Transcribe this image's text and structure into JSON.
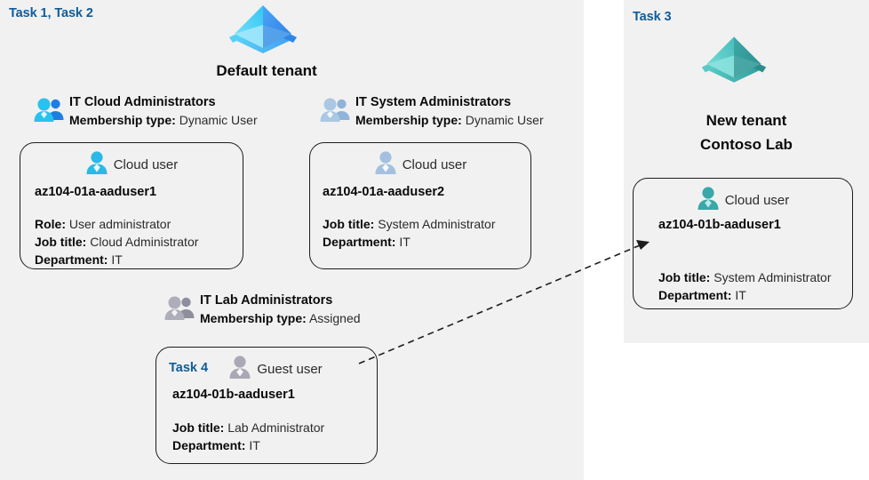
{
  "colors": {
    "panel_bg": "#f1f1f1",
    "page_bg": "#ffffff",
    "task_label": "#0f5c99",
    "card_border": "#1c1c1c",
    "tenant_blue_light": "#5ad2f5",
    "tenant_blue_dark": "#3b8df0",
    "tenant_teal_light": "#5fcfc9",
    "tenant_teal_dark": "#2f9b9b",
    "user_cyan": "#2bb8e6",
    "user_steel": "#a8c4e0",
    "user_gray": "#a9a9b6",
    "user_teal": "#3aa8a8"
  },
  "left_panel": {
    "task_tag": "Task 1, Task 2",
    "tenant": {
      "name": "Default tenant",
      "icon": "azure-tenant-icon"
    },
    "groups": [
      {
        "name": "IT Cloud Administrators",
        "membership_label": "Membership type:",
        "membership_value": "Dynamic User",
        "icon": "group-users-icon",
        "card": {
          "user_type": "Cloud user",
          "user_icon": "cloud-user-icon",
          "username": "az104-01a-aaduser1",
          "attributes": [
            {
              "label": "Role:",
              "value": "User administrator"
            },
            {
              "label": "Job title:",
              "value": "Cloud Administrator"
            },
            {
              "label": "Department:",
              "value": "IT"
            }
          ]
        }
      },
      {
        "name": "IT System Administrators",
        "membership_label": "Membership type:",
        "membership_value": "Dynamic User",
        "icon": "group-users-icon",
        "card": {
          "user_type": "Cloud user",
          "user_icon": "cloud-user-icon",
          "username": "az104-01a-aaduser2",
          "attributes": [
            {
              "label": "Job title:",
              "value": "System Administrator"
            },
            {
              "label": "Department:",
              "value": "IT"
            }
          ]
        }
      },
      {
        "name": "IT Lab Administrators",
        "membership_label": "Membership type:",
        "membership_value": "Assigned",
        "icon": "group-users-icon",
        "card": {
          "task_tag": "Task 4",
          "user_type": "Guest user",
          "user_icon": "guest-user-icon",
          "username": "az104-01b-aaduser1",
          "attributes": [
            {
              "label": "Job title:",
              "value": "Lab Administrator"
            },
            {
              "label": "Department:",
              "value": "IT"
            }
          ]
        }
      }
    ]
  },
  "right_panel": {
    "task_tag": "Task 3",
    "tenant": {
      "line1": "New  tenant",
      "line2": "Contoso Lab",
      "icon": "azure-tenant-icon"
    },
    "card": {
      "user_type": "Cloud user",
      "user_icon": "cloud-user-icon",
      "username": "az104-01b-aaduser1",
      "attributes": [
        {
          "label": "Job title:",
          "value": "System Administrator"
        },
        {
          "label": "Department:",
          "value": "IT"
        }
      ]
    }
  },
  "connector": {
    "name": "guest-invite-arrow",
    "style": "dashed-arrow",
    "from": "IT Lab Administrators guest user card",
    "to": "Contoso Lab cloud user card"
  }
}
